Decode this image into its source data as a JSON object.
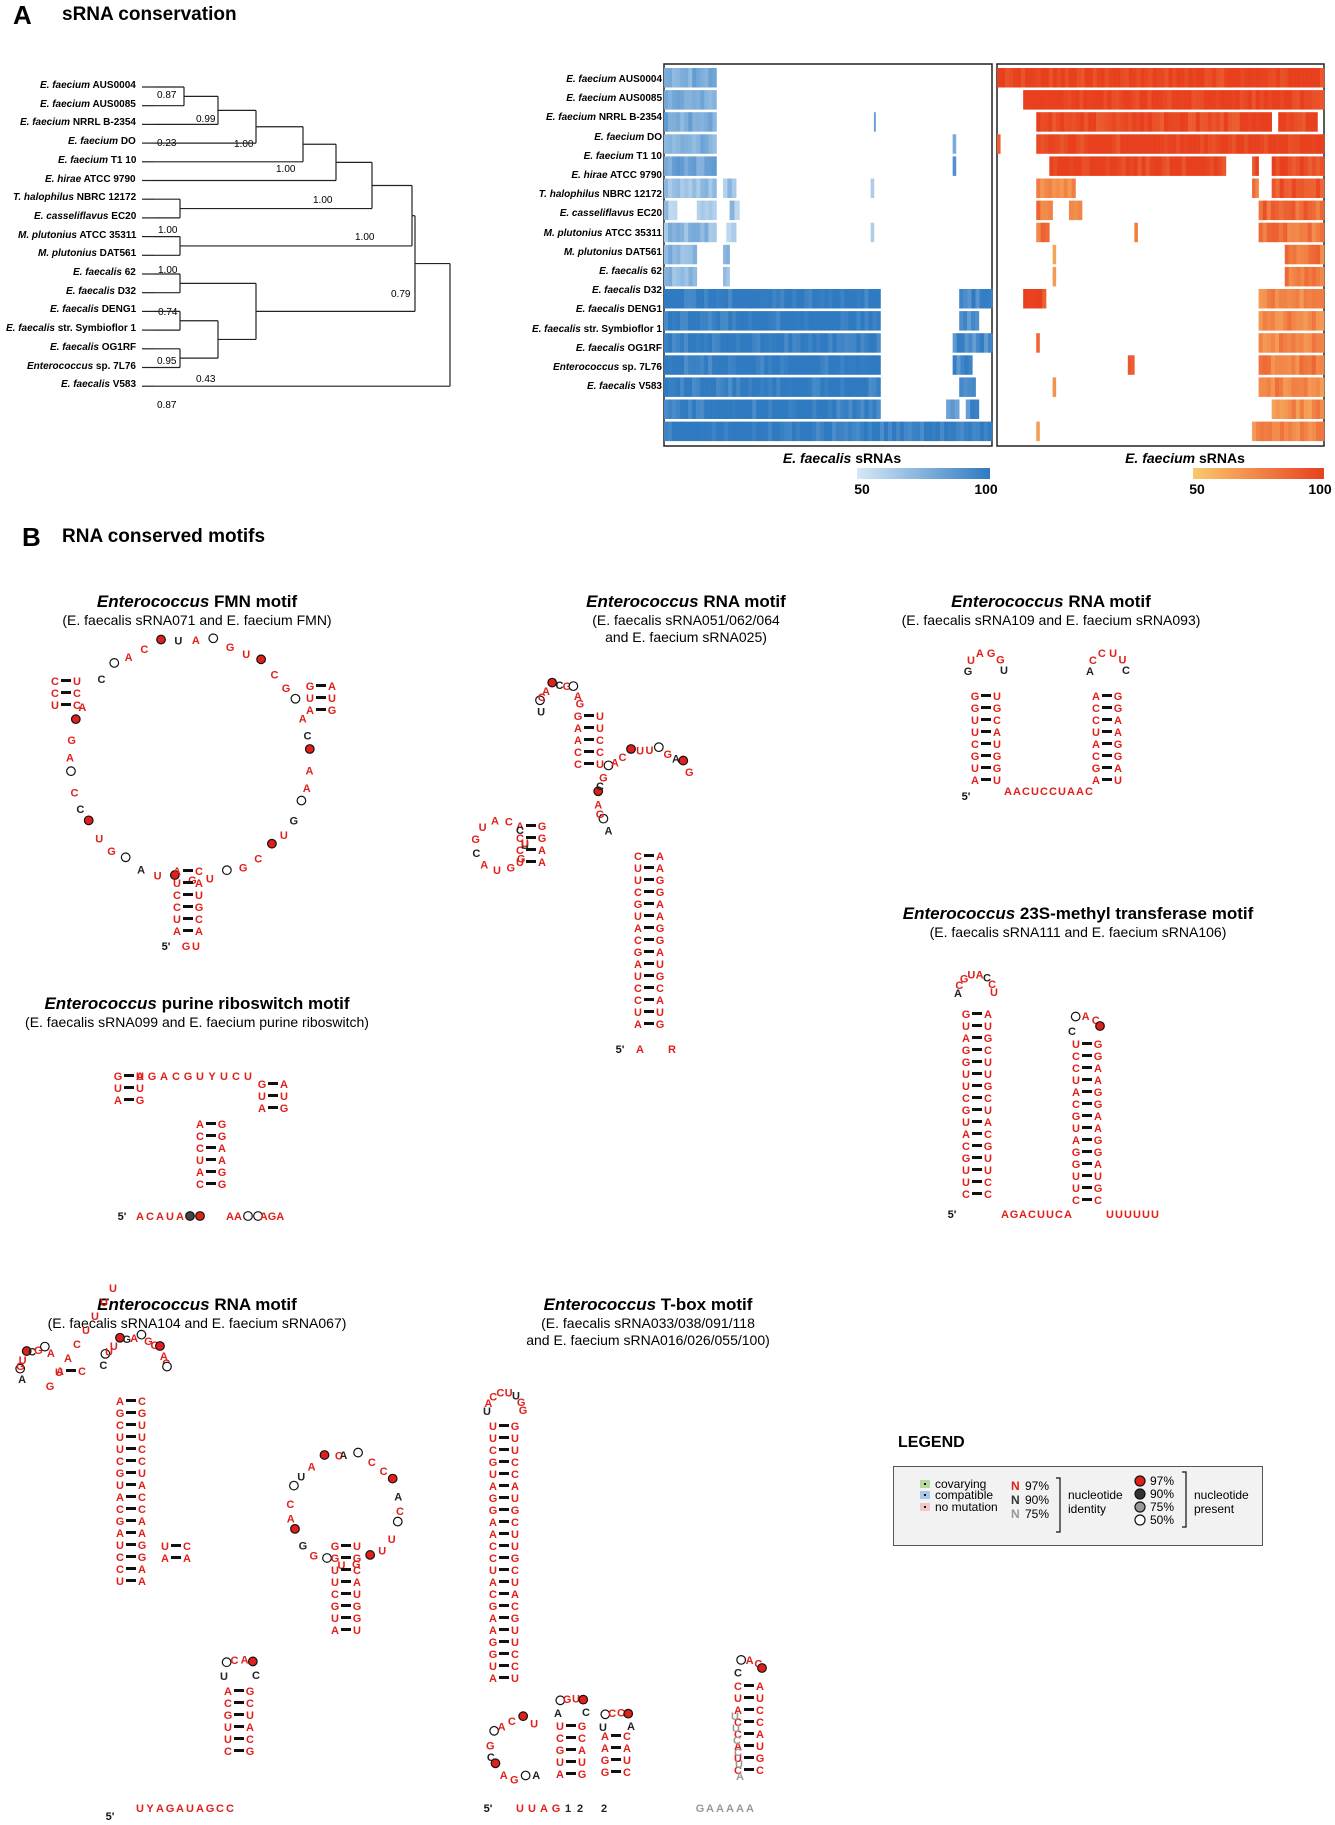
{
  "panelA": {
    "letter": "A",
    "title": "sRNA conservation",
    "species": [
      {
        "genus": "E. faecium",
        "strain": "AUS0004"
      },
      {
        "genus": "E. faecium",
        "strain": "AUS0085"
      },
      {
        "genus": "E. faecium",
        "strain": "NRRL B-2354"
      },
      {
        "genus": "E. faecium",
        "strain": "DO"
      },
      {
        "genus": "E. faecium",
        "strain": "T1 10"
      },
      {
        "genus": "E. hirae",
        "strain": "ATCC 9790"
      },
      {
        "genus": "T. halophilus",
        "strain": "NBRC 12172"
      },
      {
        "genus": "E. casseliflavus",
        "strain": "EC20"
      },
      {
        "genus": "M. plutonius",
        "strain": "ATCC 35311"
      },
      {
        "genus": "M. plutonius",
        "strain": "DAT561"
      },
      {
        "genus": "E. faecalis",
        "strain": "62"
      },
      {
        "genus": "E. faecalis",
        "strain": "D32"
      },
      {
        "genus": "E. faecalis",
        "strain": "DENG1"
      },
      {
        "genus": "E. faecalis",
        "strain": "str. Symbioflor 1"
      },
      {
        "genus": "E. faecalis",
        "strain": "OG1RF"
      },
      {
        "genus": "Enterococcus",
        "strain": "sp. 7L76"
      },
      {
        "genus": "E. faecalis",
        "strain": "V583"
      }
    ],
    "bootstraps": [
      "0.87",
      "0.99",
      "0.23",
      "1.00",
      "1.00",
      "1.00",
      "1.00",
      "1.00",
      "1.00",
      "0.79",
      "0.74",
      "0.95",
      "0.43",
      "0.87"
    ],
    "heatmap_faecalis": {
      "title_it": "E. faecalis",
      "title_rest": " sRNAs",
      "cb_min": "50",
      "cb_max": "100",
      "color": "#2f7ac1"
    },
    "heatmap_faecium": {
      "title_it": "E. faecium",
      "title_rest": " sRNAs",
      "cb_min": "50",
      "cb_max": "100",
      "color": "#e8401f"
    }
  },
  "panelB": {
    "letter": "B",
    "title": "RNA conserved motifs",
    "motifs": [
      {
        "title_it": "Enterococcus",
        "title_rest": " FMN motif",
        "sub1": "(E. faecalis sRNA071 and E. faecium FMN)",
        "sub2": ""
      },
      {
        "title_it": "Enterococcus",
        "title_rest": " RNA motif",
        "sub1": "(E. faecalis sRNA051/062/064",
        "sub2": "and E. faecium sRNA025)"
      },
      {
        "title_it": "Enterococcus",
        "title_rest": " RNA motif",
        "sub1": "(E. faecalis sRNA109 and E. faecium sRNA093)",
        "sub2": ""
      },
      {
        "title_it": "Enterococcus",
        "title_rest": " purine riboswitch motif",
        "sub1": "(E. faecalis sRNA099 and E. faecium purine riboswitch)",
        "sub2": ""
      },
      {
        "title_it": "Enterococcus",
        "title_rest": " 23S-methyl transferase motif",
        "sub1": "(E. faecalis sRNA111 and E. faecium sRNA106)",
        "sub2": ""
      },
      {
        "title_it": "Enterococcus",
        "title_rest": " RNA motif",
        "sub1": "(E. faecalis sRNA104 and E. faecium sRNA067)",
        "sub2": ""
      },
      {
        "title_it": "Enterococcus",
        "title_rest": " T-box motif",
        "sub1": "(E. faecalis sRNA033/038/091/118",
        "sub2": "and E. faecium sRNA016/026/055/100)"
      }
    ],
    "legend": {
      "title": "LEGEND",
      "pair_types": [
        "covarying",
        "compatible",
        "no mutation"
      ],
      "identity_levels": [
        "97%",
        "90%",
        "75%"
      ],
      "identity_label": "nucleotide identity",
      "identity_letter": "N",
      "present_levels": [
        "97%",
        "90%",
        "75%",
        "50%"
      ],
      "present_label": "nucleotide present",
      "colors": {
        "red": "#e0201b",
        "dark": "#333333",
        "grey": "#999999",
        "covary": "#b7d89b",
        "compat": "#a9c7e8",
        "nomut": "#f3c6c6"
      }
    }
  }
}
